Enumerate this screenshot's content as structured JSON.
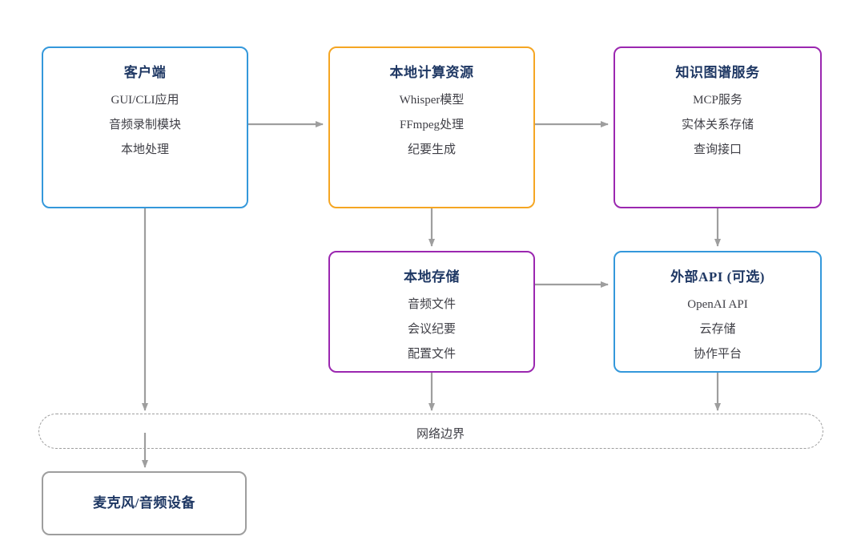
{
  "diagram": {
    "type": "architecture-flowchart",
    "background": "#ffffff",
    "edge_color": "#9e9e9e",
    "nodes": [
      {
        "id": "client",
        "title": "客户端",
        "items": [
          "GUI/CLI应用",
          "音频录制模块",
          "本地处理"
        ],
        "border_color": "#3498db"
      },
      {
        "id": "compute",
        "title": "本地计算资源",
        "items": [
          "Whisper模型",
          "FFmpeg处理",
          "纪要生成"
        ],
        "border_color": "#f5a623"
      },
      {
        "id": "kg",
        "title": "知识图谱服务",
        "items": [
          "MCP服务",
          "实体关系存储",
          "查询接口"
        ],
        "border_color": "#9b27b0"
      },
      {
        "id": "storage",
        "title": "本地存储",
        "items": [
          "音频文件",
          "会议纪要",
          "配置文件"
        ],
        "border_color": "#9b27b0"
      },
      {
        "id": "extapi",
        "title": "外部API (可选)",
        "items": [
          "OpenAI API",
          "云存储",
          "协作平台"
        ],
        "border_color": "#3498db"
      },
      {
        "id": "mic",
        "title": "麦克风/音频设备",
        "items": [],
        "border_color": "#9e9e9e"
      }
    ],
    "boundary": {
      "label": "网络边界",
      "style": "dashed",
      "color": "#9e9e9e"
    },
    "edges": [
      {
        "from": "client",
        "to": "compute"
      },
      {
        "from": "compute",
        "to": "kg"
      },
      {
        "from": "compute",
        "to": "storage"
      },
      {
        "from": "kg",
        "to": "extapi"
      },
      {
        "from": "storage",
        "to": "extapi"
      },
      {
        "from": "client",
        "to": "boundary"
      },
      {
        "from": "storage",
        "to": "boundary"
      },
      {
        "from": "extapi",
        "to": "boundary"
      },
      {
        "from": "boundary",
        "to": "mic"
      }
    ]
  }
}
